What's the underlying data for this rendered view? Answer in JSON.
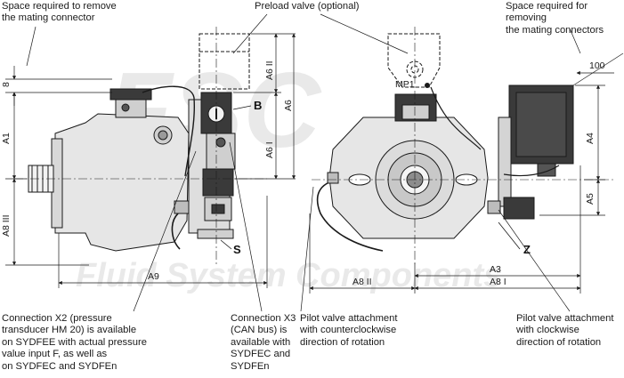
{
  "labels": {
    "space_remove_connector": "Space required to remove\nthe mating connector",
    "preload_valve": "Preload valve (optional)",
    "space_remove_connectors": "Space required for removing\nthe mating connectors",
    "connection_x2": "Connection X2 (pressure\ntransducer HM 20) is available\non SYDFEE with actual pressure\nvalue input F, as well as\non SYDFEC and SYDFEn",
    "connection_x3": "Connection X3\n(CAN bus) is\navailable with\nSYDFEC and\nSYDFEn",
    "pilot_ccw": "Pilot valve attachment\nwith counterclockwise\ndirection of rotation",
    "pilot_cw": "Pilot valve attachment\nwith clockwise\ndirection of rotation"
  },
  "dimensions": {
    "a1": "A1",
    "a8iii": "A8 III",
    "a9": "A9",
    "a6ii": "A6 II",
    "a6": "A6",
    "a6i": "A6 I",
    "a3": "A3",
    "a8ii": "A8 II",
    "a8i": "A8 I",
    "a4": "A4",
    "a5": "A5",
    "eight": "8",
    "hundred": "100"
  },
  "markers": {
    "b": "B",
    "s": "S",
    "z": "Z",
    "mp1": "MP1"
  },
  "watermark": {
    "logo_letters": "FSC",
    "text": "Fluid System Components"
  },
  "colors": {
    "line": "#1a1a1a",
    "body_fill": "#ececec",
    "dark": "#2a2a2a",
    "watermark": "#e9e9e9",
    "logo_red": "#f3c8c8"
  }
}
